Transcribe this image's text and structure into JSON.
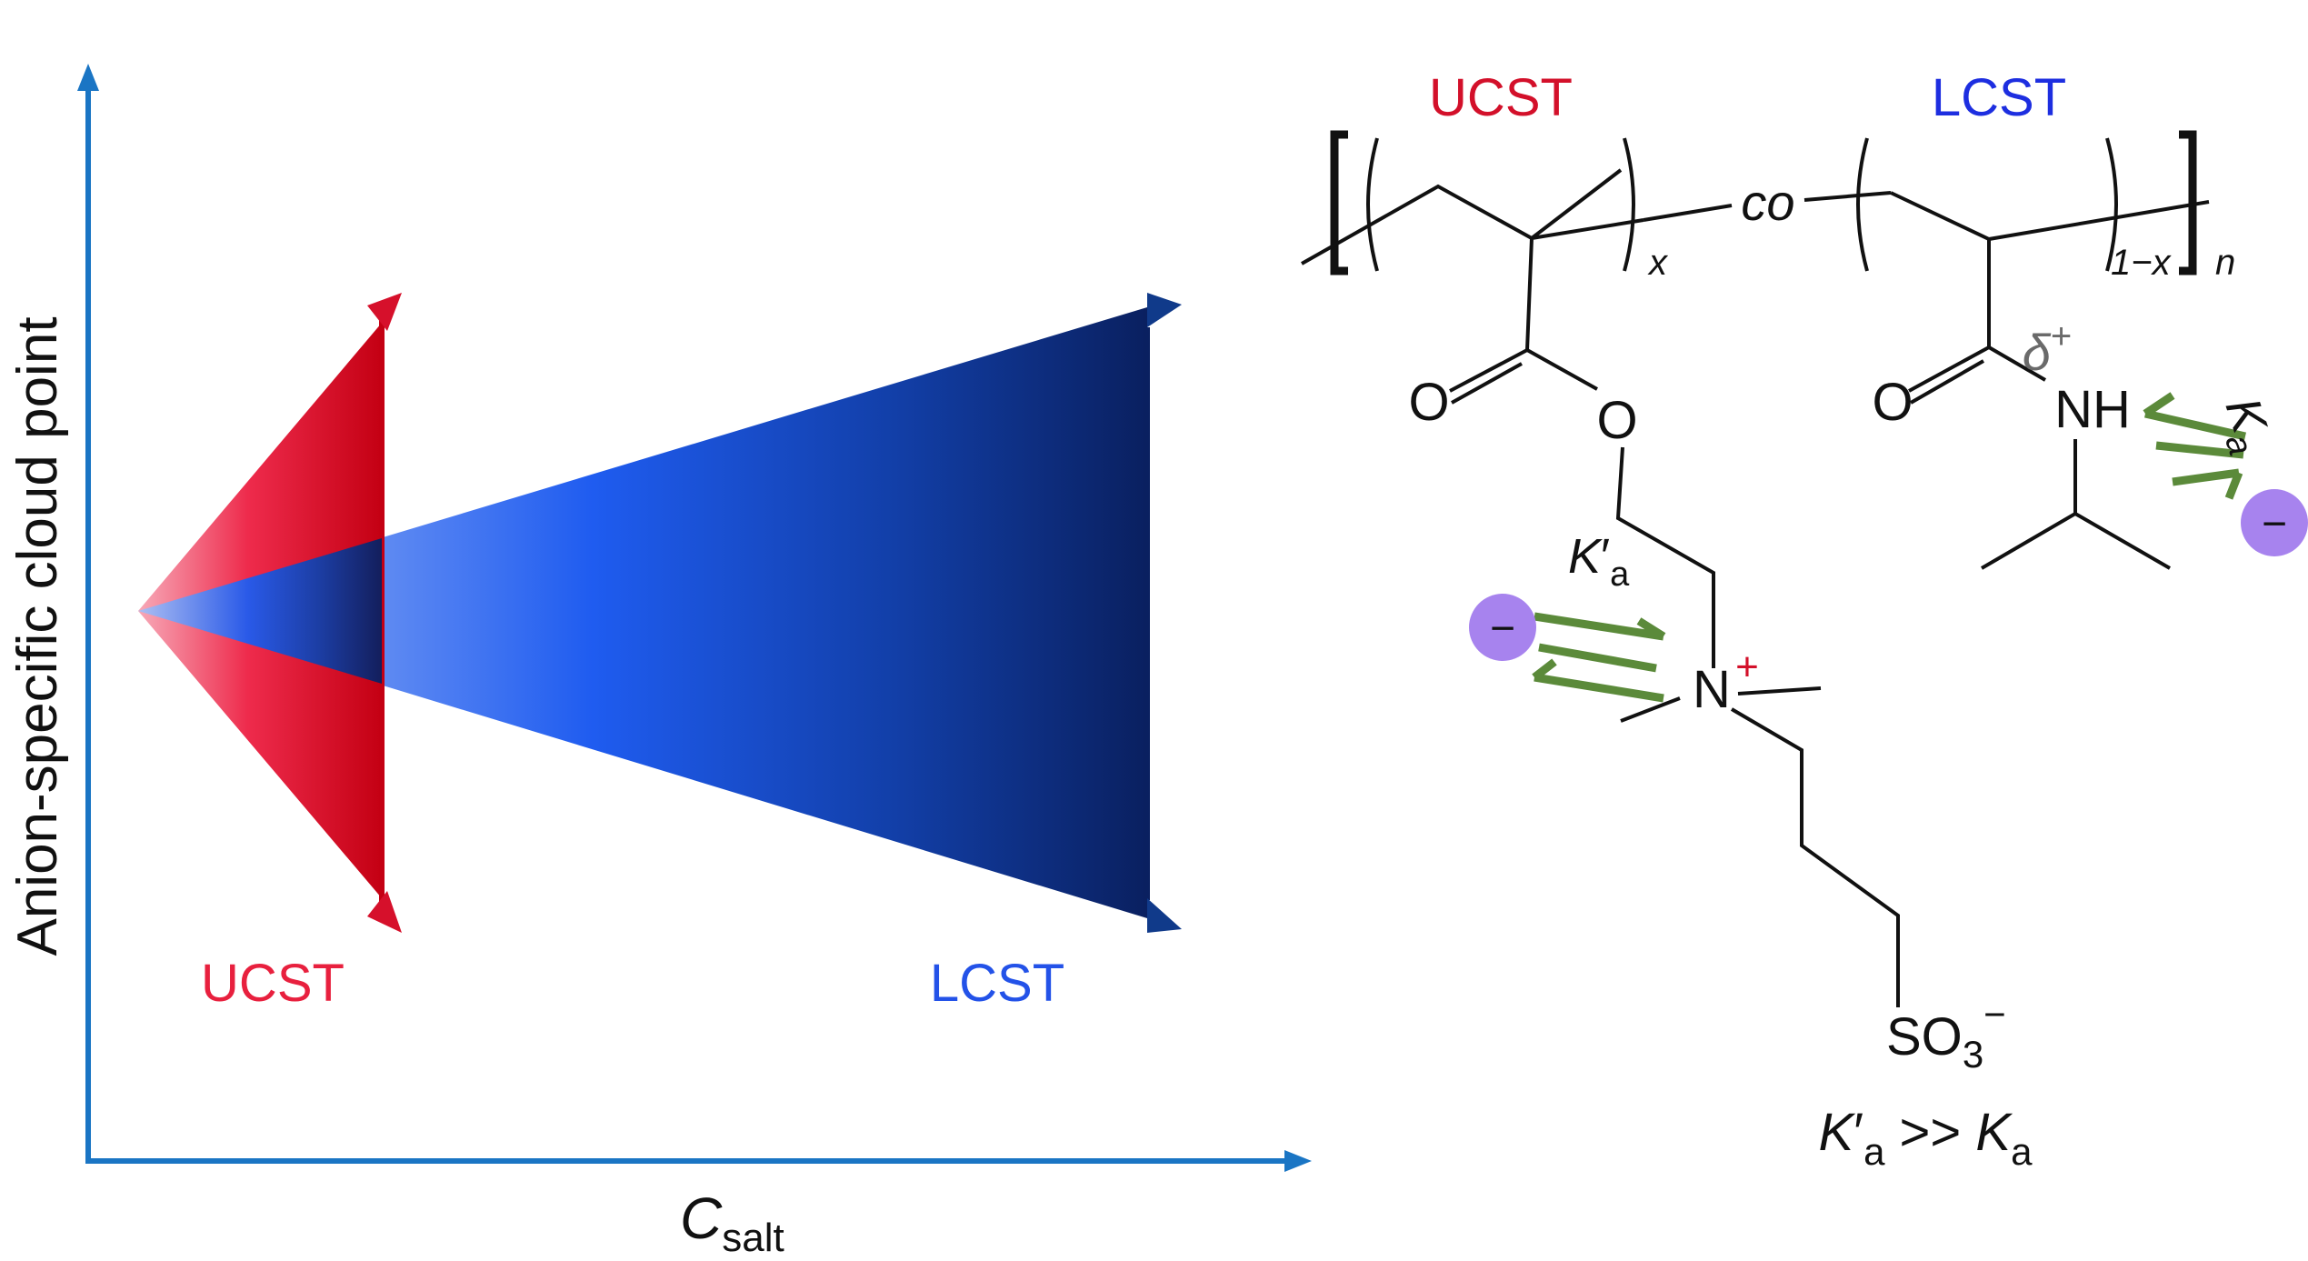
{
  "colors": {
    "axis": "#1a75c4",
    "ucst_text_left": "#e8203e",
    "ucst_text_right": "#d3102a",
    "lcst_text_left": "#2352e8",
    "lcst_text_right": "#1d2ee0",
    "red_dark": "#c40013",
    "red_light": "#f7a9b8",
    "blue_light": "#a9c0f5",
    "blue_mid": "#1f5cf0",
    "blue_dark": "#0a2060",
    "arrow_green": "#5b8a3a",
    "anion_purple": "#a783ee",
    "delta_gray": "#6a6a6a"
  },
  "plot": {
    "y_axis_label": "Anion-specific cloud point",
    "x_axis_label_main": "C",
    "x_axis_label_sub": "salt",
    "ucst_label": "UCST",
    "lcst_label": "LCST"
  },
  "structure": {
    "ucst_header": "UCST",
    "lcst_header": "LCST",
    "co_label": "co",
    "sub_x": "x",
    "sub_1x": "1−x",
    "sub_n": "n",
    "carbonyl_o_left": "O",
    "ester_o": "O",
    "carbonyl_o_right": "O",
    "nh_label": "NH",
    "delta_symbol": "δ",
    "delta_charge": "+",
    "n_label": "N",
    "n_charge": "+",
    "so3_label": "SO",
    "so3_sub": "3",
    "so3_charge": "−",
    "ka_right_main": "K",
    "ka_right_sub": "a",
    "ka_left_main": "K",
    "ka_left_prime": "′",
    "ka_left_sub": "a",
    "anion_charge": "−",
    "relation_k1": "K",
    "relation_prime": "′",
    "relation_sub1": "a",
    "relation_op": " >> ",
    "relation_k2": "K",
    "relation_sub2": "a"
  }
}
